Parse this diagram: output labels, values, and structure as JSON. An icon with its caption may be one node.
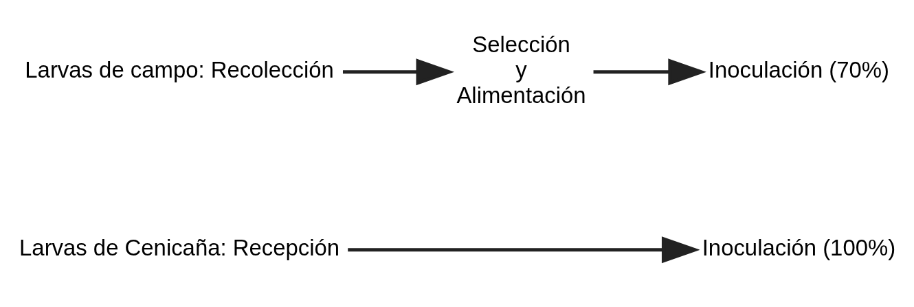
{
  "diagram": {
    "nodes": [
      {
        "text": [
          "Larvas de campo: Recolección"
        ]
      },
      {
        "text": [
          "Selección y Alimentación"
        ]
      },
      {
        "text": [
          "Inoculación (70%)"
        ]
      },
      {
        "text": [
          "Larvas de Cenicaña: Recepción"
        ]
      },
      {
        "text": [
          "Inoculación (100%)"
        ]
      }
    ],
    "edges": [
      {
        "from": 0,
        "to": 1,
        "arrow": "to"
      },
      {
        "from": 1,
        "to": 2,
        "arrow": "to"
      },
      {
        "from": 3,
        "to": 4,
        "arrow": "to"
      }
    ]
  }
}
